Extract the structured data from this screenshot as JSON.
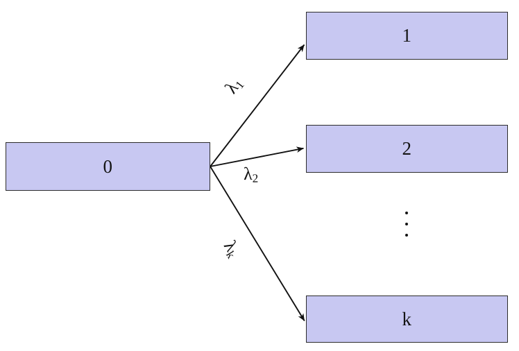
{
  "diagram": {
    "title": "branching-transition-diagram",
    "colors": {
      "node_fill": "#c8c8f2",
      "node_border": "#2b2b2b",
      "edge": "#111111",
      "text": "#141414",
      "background": "#ffffff"
    },
    "source_node": {
      "id": "node-0",
      "label": "0"
    },
    "target_nodes": [
      {
        "id": "node-1",
        "label": "1"
      },
      {
        "id": "node-2",
        "label": "2"
      },
      {
        "id": "node-k",
        "label": "k"
      }
    ],
    "edges": [
      {
        "id": "edge-lambda-1",
        "from": "0",
        "to": "1",
        "label_symbol": "λ",
        "label_sub": "1"
      },
      {
        "id": "edge-lambda-2",
        "from": "0",
        "to": "2",
        "label_symbol": "λ",
        "label_sub": "2"
      },
      {
        "id": "edge-lambda-k",
        "from": "0",
        "to": "k",
        "label_symbol": "λ",
        "label_sub": "k"
      }
    ],
    "ellipsis": {
      "id": "vertical-ellipsis",
      "glyph": "⋮",
      "dot_count": 3
    }
  }
}
